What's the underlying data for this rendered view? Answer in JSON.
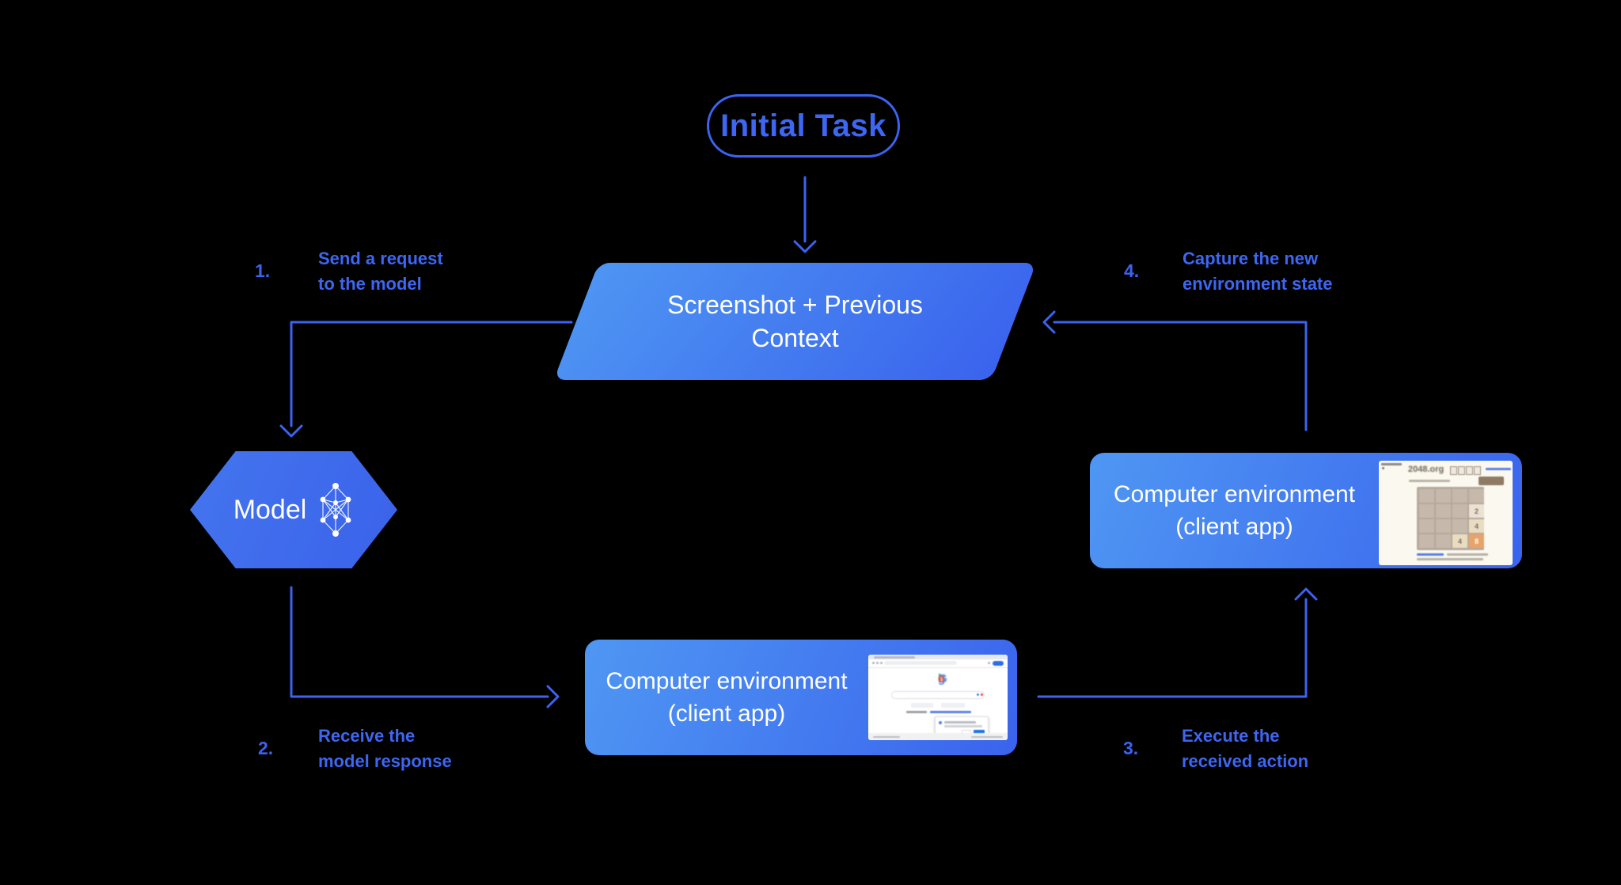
{
  "diagram": {
    "initial_task": "Initial Task",
    "screenshot_line1": "Screenshot + Previous",
    "screenshot_line2": "Context",
    "model_label": "Model",
    "env_line1": "Computer environment",
    "env_line2": "(client app)"
  },
  "steps": {
    "one": {
      "num": "1.",
      "line1": "Send a request",
      "line2": "to the model"
    },
    "two": {
      "num": "2.",
      "line1": "Receive the",
      "line2": "model response"
    },
    "three": {
      "num": "3.",
      "line1": "Execute the",
      "line2": "received action"
    },
    "four": {
      "num": "4.",
      "line1": "Capture the new",
      "line2": "environment state"
    }
  },
  "thumbnails": {
    "game2048": {
      "title": "2048.org",
      "tile1": "2",
      "tile2": "4",
      "tile3": "4",
      "tile4": "8"
    },
    "google": {
      "l1": "G",
      "l2": "o",
      "l3": "o",
      "l4": "g",
      "l5": "l",
      "l6": "e"
    }
  },
  "palette": {
    "background": "#000000",
    "line_blue": "#3B63F0",
    "gradient_start": "#4E95F3",
    "gradient_end": "#3A63ED",
    "text_white": "#FFFFFF",
    "tile8_orange": "#E8A368",
    "google_blue": "#4285F4",
    "google_red": "#EA4335",
    "google_yellow": "#FBBC05",
    "google_green": "#34A853"
  }
}
